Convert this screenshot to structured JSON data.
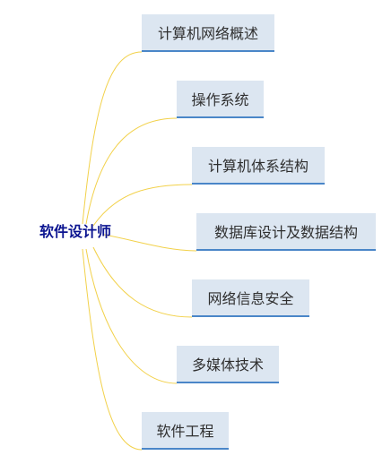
{
  "colors": {
    "root_text": "#0b1490",
    "connector": "#f2d14a",
    "node_fill": "#dce6f1",
    "node_underline": "#4a86c8",
    "node_text": "#2f2f2f"
  },
  "mindmap": {
    "root": {
      "label": "软件设计师"
    },
    "topics": [
      {
        "label": "计算机网络概述"
      },
      {
        "label": "操作系统"
      },
      {
        "label": "计算机体系结构"
      },
      {
        "label": "数据库设计及数据结构"
      },
      {
        "label": "网络信息安全"
      },
      {
        "label": "多媒体技术"
      },
      {
        "label": "软件工程"
      }
    ]
  }
}
